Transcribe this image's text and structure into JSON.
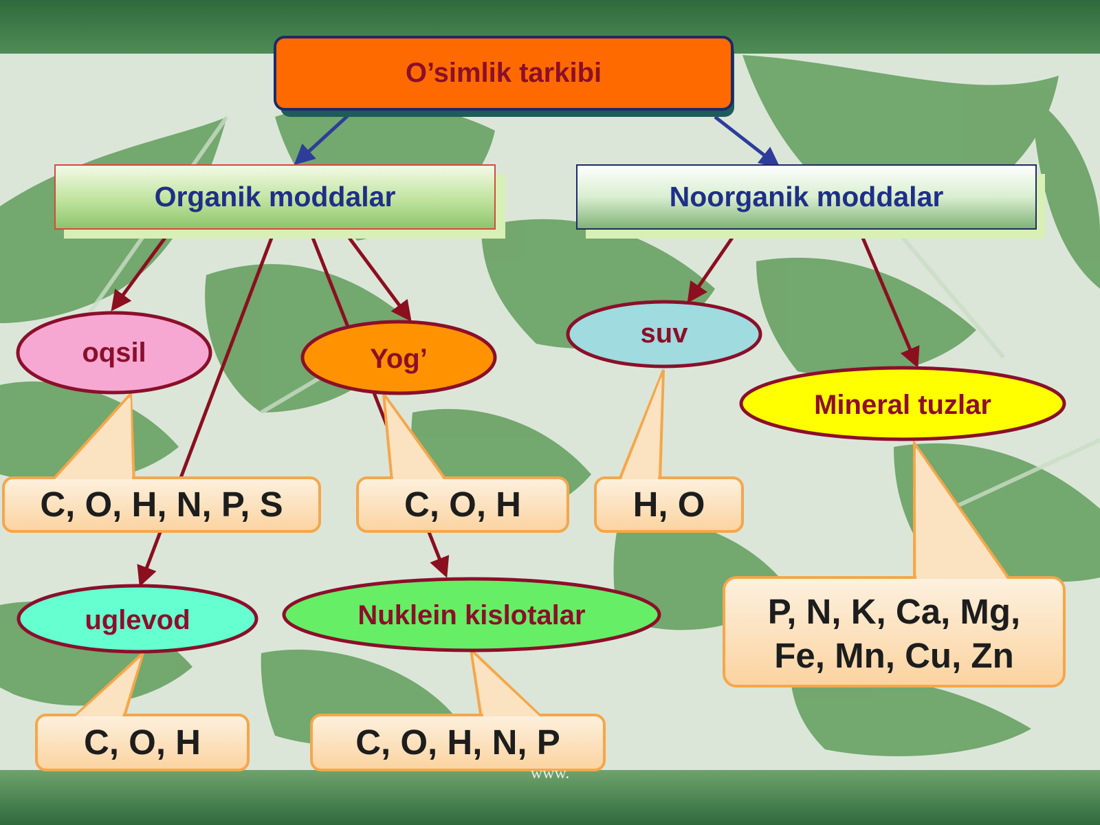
{
  "diagram": {
    "root": {
      "label": "O’simlik tarkibi"
    },
    "categories": [
      {
        "label": "Organik moddalar"
      },
      {
        "label": "Noorganik moddalar"
      }
    ],
    "nodes": {
      "oqsil": {
        "label": "oqsil",
        "elements": "C, O, H, N, P, S"
      },
      "yog": {
        "label": "Yog’",
        "elements": "C, O, H"
      },
      "suv": {
        "label": "suv",
        "elements": "H, O"
      },
      "mineral": {
        "label": "Mineral tuzlar",
        "elements_line1": "P, N, K, Ca, Mg,",
        "elements_line2": "Fe, Mn, Cu, Zn"
      },
      "uglevod": {
        "label": "uglevod",
        "elements": "C, O, H"
      },
      "nuklein": {
        "label": "Nuklein kislotalar",
        "elements": "C, O, H, N, P"
      }
    },
    "watermark": "www."
  },
  "colors": {
    "root_fill": "#ff6a00",
    "oqsil_fill": "#f6a8d3",
    "yog_fill": "#ff9200",
    "suv_fill": "#9fdbdf",
    "mineral_fill": "#ffff00",
    "uglevod_fill": "#66ffd0",
    "nuklein_fill": "#66ee66",
    "element_box_fill": "#fde4c2",
    "element_box_border": "#f6a64a",
    "outline": "#8b0f2a",
    "blue_arrow": "#2e3d9a",
    "red_arrow": "#8b0f1f"
  }
}
